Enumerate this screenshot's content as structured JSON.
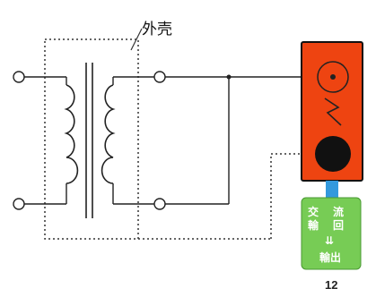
{
  "labels": {
    "enclosure": "外壳",
    "module_top_left": "交",
    "module_top_right": "流",
    "module_mid_left": "輸",
    "module_mid_right": "回",
    "module_arrows": "⇊",
    "module_bottom": "輸出",
    "figure_number": "12"
  },
  "colors": {
    "probe_body": "#ee4411",
    "probe_border": "#111111",
    "module_fill": "#77cc55",
    "connector": "#3399dd",
    "wire": "#222222"
  }
}
